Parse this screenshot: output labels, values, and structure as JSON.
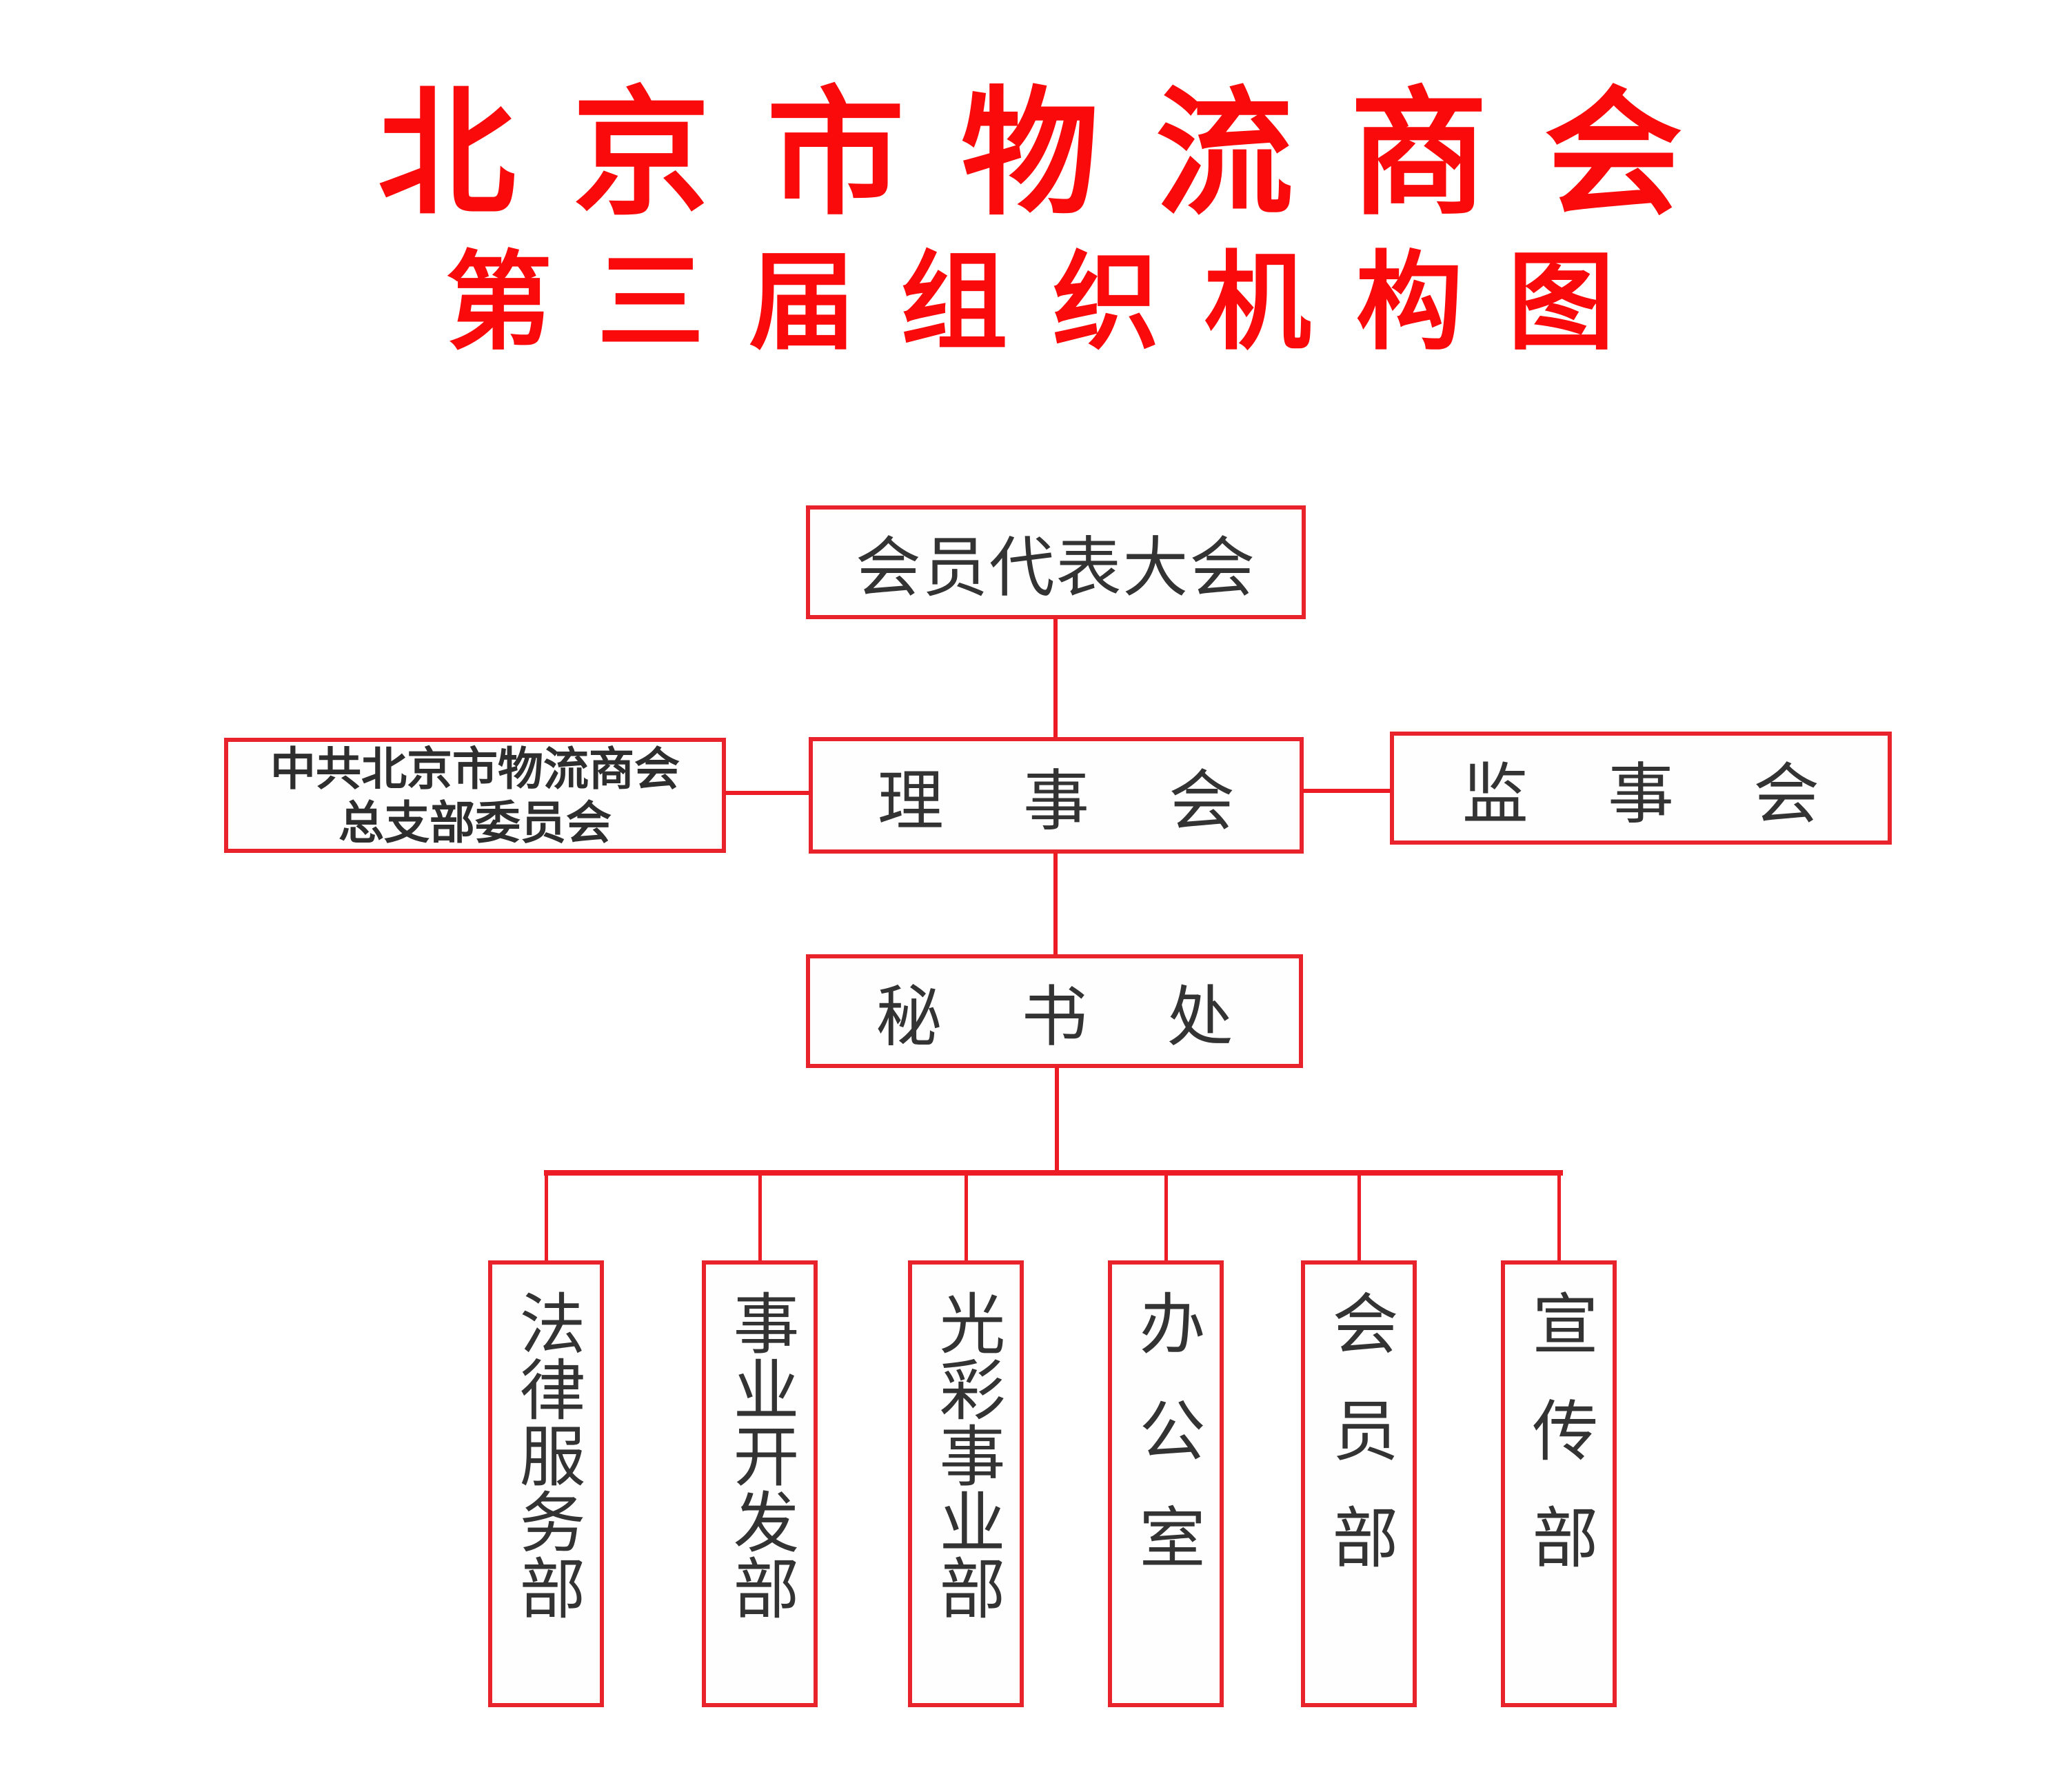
{
  "title": {
    "line1": "北京市物流商会",
    "line2": "第三届组织机构图"
  },
  "colors": {
    "title_red": "#fa0a0a",
    "line_red": "#ed1c24",
    "border_red": "#e8232b",
    "text_dark": "#333333"
  },
  "nodes": {
    "assembly": "会员代表大会",
    "party_committee_line1": "中共北京市物流商会",
    "party_committee_line2": "总支部委员会",
    "council": "理事会",
    "supervisors": "监事会",
    "secretariat": "秘书处",
    "departments": [
      "法律服务部",
      "事业开发部",
      "光彩事业部",
      "办公室",
      "会员部",
      "宣传部"
    ]
  }
}
